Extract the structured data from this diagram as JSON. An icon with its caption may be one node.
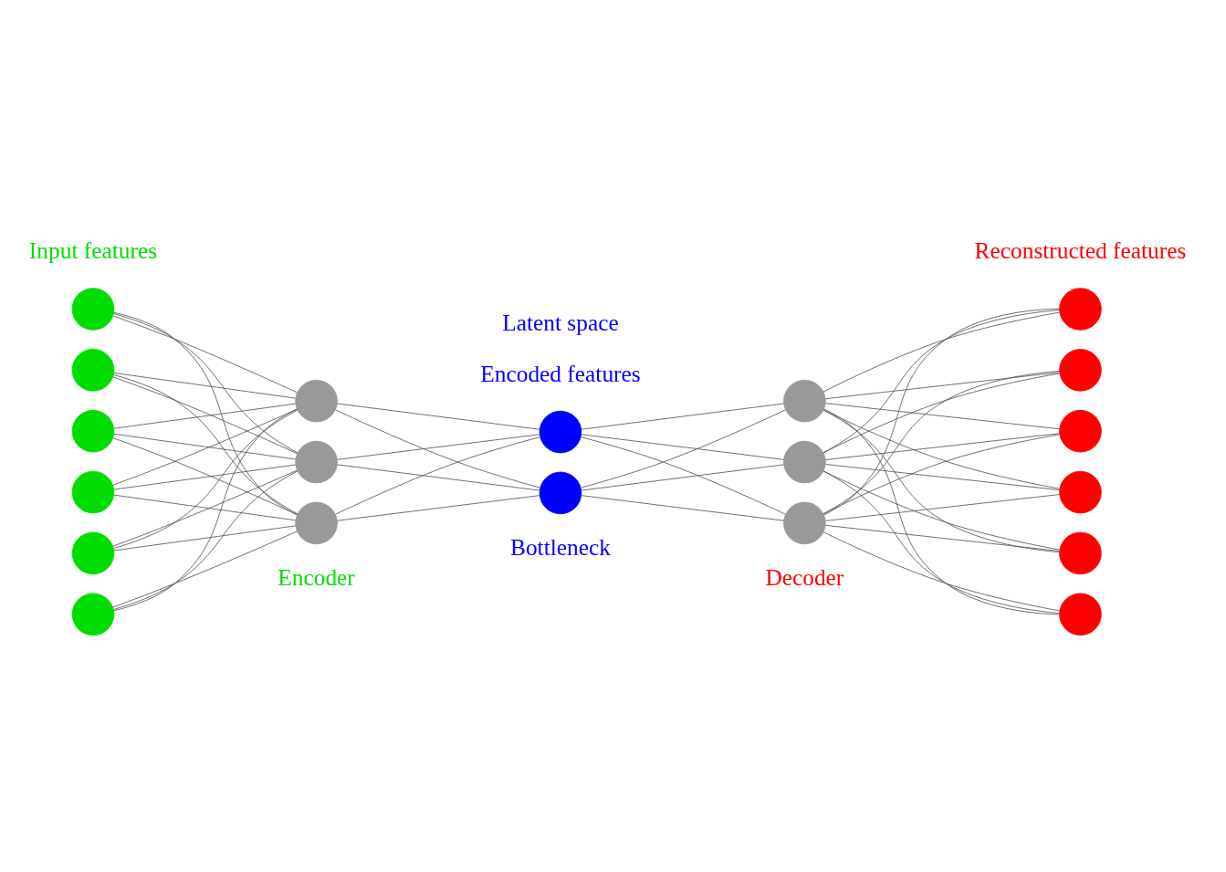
{
  "diagram": {
    "nodes": [
      {
        "text": [],
        "shape": "circle"
      },
      {
        "text": [],
        "shape": "circle"
      },
      {
        "text": [],
        "shape": "circle"
      },
      {
        "text": [],
        "shape": "circle"
      },
      {
        "text": [],
        "shape": "circle"
      },
      {
        "text": [],
        "shape": "circle"
      },
      {
        "text": [],
        "shape": "circle"
      },
      {
        "text": [],
        "shape": "circle"
      },
      {
        "text": [],
        "shape": "circle"
      },
      {
        "text": [],
        "shape": "circle"
      },
      {
        "text": [],
        "shape": "circle"
      },
      {
        "text": [],
        "shape": "circle"
      },
      {
        "text": [],
        "shape": "circle"
      },
      {
        "text": [],
        "shape": "circle"
      },
      {
        "text": [],
        "shape": "circle"
      },
      {
        "text": [],
        "shape": "circle"
      },
      {
        "text": [],
        "shape": "circle"
      },
      {
        "text": [],
        "shape": "circle"
      },
      {
        "text": [],
        "shape": "circle"
      },
      {
        "text": [],
        "shape": "circle"
      }
    ],
    "edges": [
      {
        "from": 0,
        "to": 6,
        "arrow": "none"
      },
      {
        "from": 0,
        "to": 7,
        "arrow": "none"
      },
      {
        "from": 0,
        "to": 8,
        "arrow": "none"
      },
      {
        "from": 1,
        "to": 6,
        "arrow": "none"
      },
      {
        "from": 1,
        "to": 7,
        "arrow": "none"
      },
      {
        "from": 1,
        "to": 8,
        "arrow": "none"
      },
      {
        "from": 2,
        "to": 6,
        "arrow": "none"
      },
      {
        "from": 2,
        "to": 7,
        "arrow": "none"
      },
      {
        "from": 2,
        "to": 8,
        "arrow": "none"
      },
      {
        "from": 3,
        "to": 6,
        "arrow": "none"
      },
      {
        "from": 3,
        "to": 7,
        "arrow": "none"
      },
      {
        "from": 3,
        "to": 8,
        "arrow": "none"
      },
      {
        "from": 4,
        "to": 6,
        "arrow": "none"
      },
      {
        "from": 4,
        "to": 7,
        "arrow": "none"
      },
      {
        "from": 4,
        "to": 8,
        "arrow": "none"
      },
      {
        "from": 5,
        "to": 6,
        "arrow": "none"
      },
      {
        "from": 5,
        "to": 7,
        "arrow": "none"
      },
      {
        "from": 5,
        "to": 8,
        "arrow": "none"
      },
      {
        "from": 6,
        "to": 9,
        "arrow": "none"
      },
      {
        "from": 6,
        "to": 10,
        "arrow": "none"
      },
      {
        "from": 7,
        "to": 9,
        "arrow": "none"
      },
      {
        "from": 7,
        "to": 10,
        "arrow": "none"
      },
      {
        "from": 8,
        "to": 9,
        "arrow": "none"
      },
      {
        "from": 8,
        "to": 10,
        "arrow": "none"
      },
      {
        "from": 9,
        "to": 11,
        "arrow": "none"
      },
      {
        "from": 9,
        "to": 12,
        "arrow": "none"
      },
      {
        "from": 9,
        "to": 13,
        "arrow": "none"
      },
      {
        "from": 10,
        "to": 11,
        "arrow": "none"
      },
      {
        "from": 10,
        "to": 12,
        "arrow": "none"
      },
      {
        "from": 10,
        "to": 13,
        "arrow": "none"
      },
      {
        "from": 11,
        "to": 14,
        "arrow": "none"
      },
      {
        "from": 11,
        "to": 15,
        "arrow": "none"
      },
      {
        "from": 11,
        "to": 16,
        "arrow": "none"
      },
      {
        "from": 11,
        "to": 17,
        "arrow": "none"
      },
      {
        "from": 11,
        "to": 18,
        "arrow": "none"
      },
      {
        "from": 11,
        "to": 19,
        "arrow": "none"
      },
      {
        "from": 12,
        "to": 14,
        "arrow": "none"
      },
      {
        "from": 12,
        "to": 15,
        "arrow": "none"
      },
      {
        "from": 12,
        "to": 16,
        "arrow": "none"
      },
      {
        "from": 12,
        "to": 17,
        "arrow": "none"
      },
      {
        "from": 12,
        "to": 18,
        "arrow": "none"
      },
      {
        "from": 12,
        "to": 19,
        "arrow": "none"
      },
      {
        "from": 13,
        "to": 14,
        "arrow": "none"
      },
      {
        "from": 13,
        "to": 15,
        "arrow": "none"
      },
      {
        "from": 13,
        "to": 16,
        "arrow": "none"
      },
      {
        "from": 13,
        "to": 17,
        "arrow": "none"
      },
      {
        "from": 13,
        "to": 18,
        "arrow": "none"
      },
      {
        "from": 13,
        "to": 19,
        "arrow": "none"
      }
    ],
    "labels": [
      "Input features",
      "Reconstructed features",
      "Latent space",
      "Encoded features",
      "Bottleneck",
      "Encoder",
      "Decoder"
    ]
  }
}
